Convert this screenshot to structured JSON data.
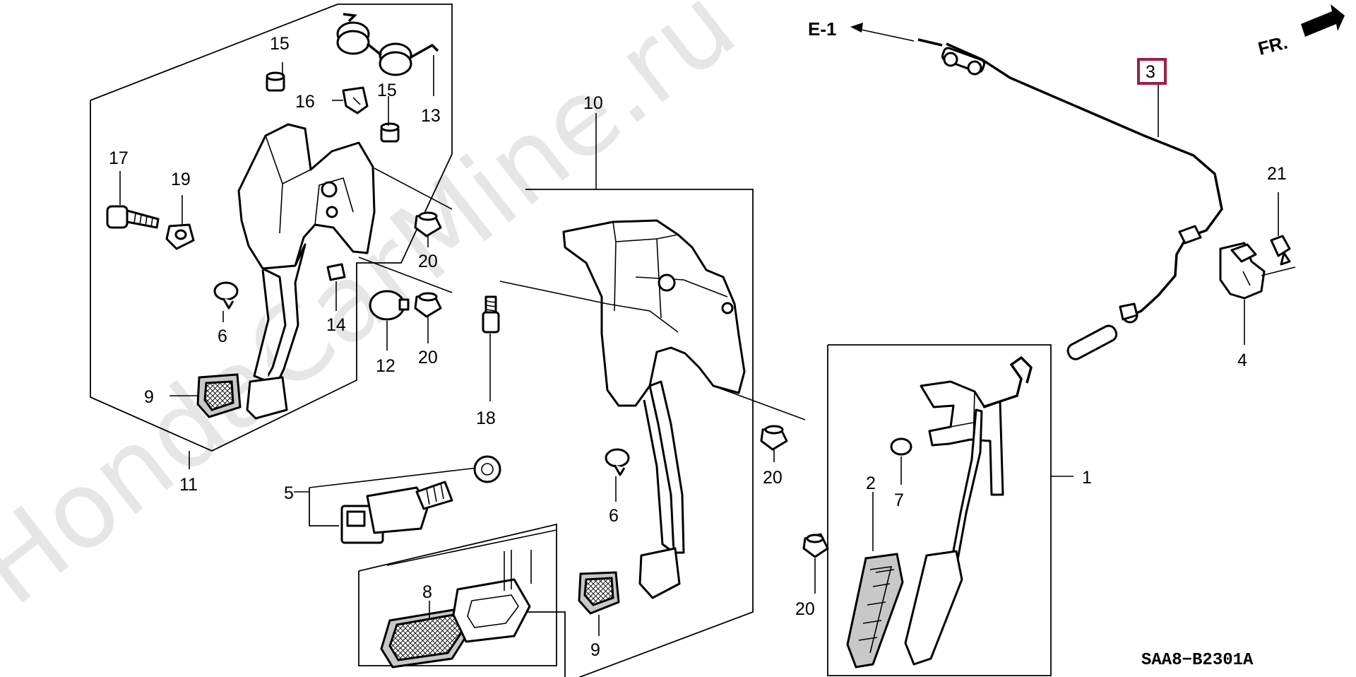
{
  "diagram": {
    "watermark": "HondaCarMine.ru",
    "drawing_code": "SAA8−B2301A",
    "ref_e1": "E-1",
    "front_label": "FR.",
    "highlight_color": "#a01c4a",
    "callouts": {
      "c1": "1",
      "c2": "2",
      "c3": "3",
      "c4": "4",
      "c5": "5",
      "c6a": "6",
      "c6b": "6",
      "c7": "7",
      "c8": "8",
      "c9a": "9",
      "c9b": "9",
      "c10": "10",
      "c11": "11",
      "c12": "12",
      "c13": "13",
      "c14": "14",
      "c15a": "15",
      "c15b": "15",
      "c16": "16",
      "c17": "17",
      "c18": "18",
      "c19": "19",
      "c20a": "20",
      "c20b": "20",
      "c20c": "20",
      "c20d": "20",
      "c21": "21"
    }
  }
}
